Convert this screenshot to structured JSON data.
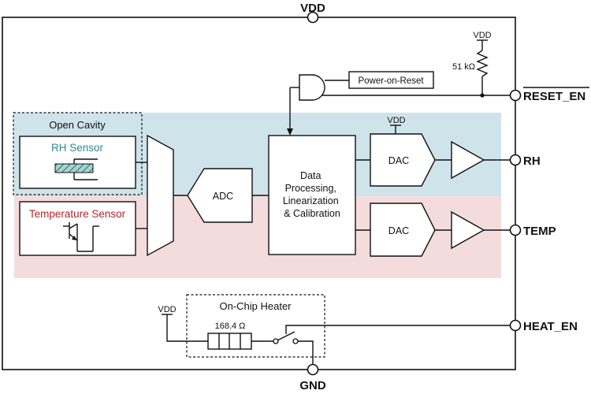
{
  "pins": {
    "vdd": "VDD",
    "gnd": "GND",
    "reset_en": "RESET_EN",
    "rh": "RH",
    "temp": "TEMP",
    "heat_en": "HEAT_EN"
  },
  "blocks": {
    "open_cavity": "Open Cavity",
    "rh_sensor": "RH Sensor",
    "temperature_sensor": "Temperature Sensor",
    "adc": "ADC",
    "data_processing": [
      "Data",
      "Processing,",
      "Linearization",
      "& Calibration"
    ],
    "dac_rh": "DAC",
    "dac_temp": "DAC",
    "power_on_reset": "Power-on-Reset",
    "on_chip_heater": "On-Chip Heater"
  },
  "components": {
    "pullup_resistor": "51 kΩ",
    "heater_resistor": "168.4 Ω",
    "vdd_pullup": "VDD",
    "vdd_dac": "VDD",
    "vdd_heater": "VDD"
  },
  "colors": {
    "rh_band": "#cfe4ea",
    "temp_band": "#f5dcdc",
    "open_cavity_fill": "#cfe4ea",
    "rh_sensor_text": "#2a8a96",
    "temperature_sensor_text": "#b3262a",
    "sensor_element": "#9fd6d2"
  }
}
